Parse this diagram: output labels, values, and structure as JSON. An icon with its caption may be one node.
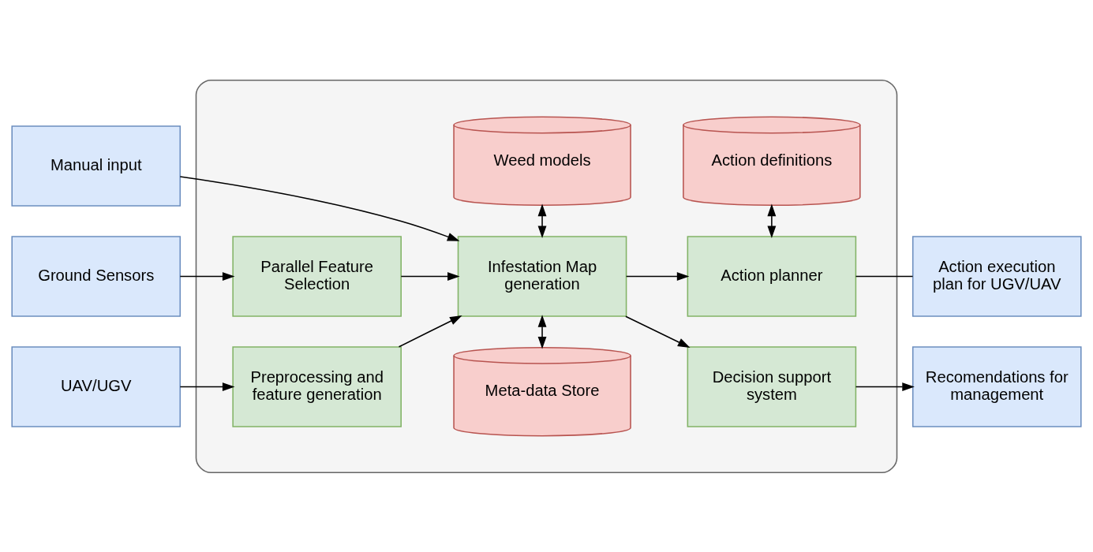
{
  "diagram": {
    "nodes": [
      {
        "text": [],
        "shape": "cloud"
      },
      {
        "text": [
          "Ground Sensors"
        ]
      },
      {
        "text": [
          "UAV/UGV"
        ]
      },
      {
        "text": [
          "Manual input"
        ]
      },
      {
        "text": [
          "Parallel Feature Selection"
        ],
        "in": 0
      },
      {
        "text": [
          "Preprocessing and feature generation"
        ],
        "in": 0
      },
      {
        "text": [
          "Weed models"
        ],
        "in": 0
      },
      {
        "text": [
          "Infestation Map generation"
        ],
        "in": 0
      },
      {
        "text": [
          "Meta-data Store"
        ],
        "in": 0
      },
      {
        "text": [
          "Action definitions"
        ],
        "in": 0
      },
      {
        "text": [
          "Action planner"
        ],
        "in": 0
      },
      {
        "text": [
          "Decision support system"
        ],
        "in": 0
      },
      {
        "text": [
          "Action execution plan for UGV/UAV"
        ]
      },
      {
        "text": [
          "Recomendations for management"
        ]
      }
    ],
    "edges": [
      {
        "from": 1,
        "to": 4,
        "arrow": "to"
      },
      {
        "from": 2,
        "to": 5,
        "arrow": "to"
      },
      {
        "from": 4,
        "to": 7,
        "arrow": "to"
      },
      {
        "from": 3,
        "to": 7,
        "arrow": "to"
      },
      {
        "from": 5,
        "to": 7,
        "arrow": "to"
      },
      {
        "from": 6,
        "to": 7,
        "arrow": "both"
      },
      {
        "from": 7,
        "to": 8,
        "arrow": "both"
      },
      {
        "from": 7,
        "to": 10,
        "arrow": "to"
      },
      {
        "from": 7,
        "to": 11,
        "arrow": "to"
      },
      {
        "from": 9,
        "to": 10,
        "arrow": "both"
      },
      {
        "from": 10,
        "to": 12,
        "arrow": "none"
      },
      {
        "from": 11,
        "to": 13,
        "arrow": "to"
      }
    ]
  }
}
